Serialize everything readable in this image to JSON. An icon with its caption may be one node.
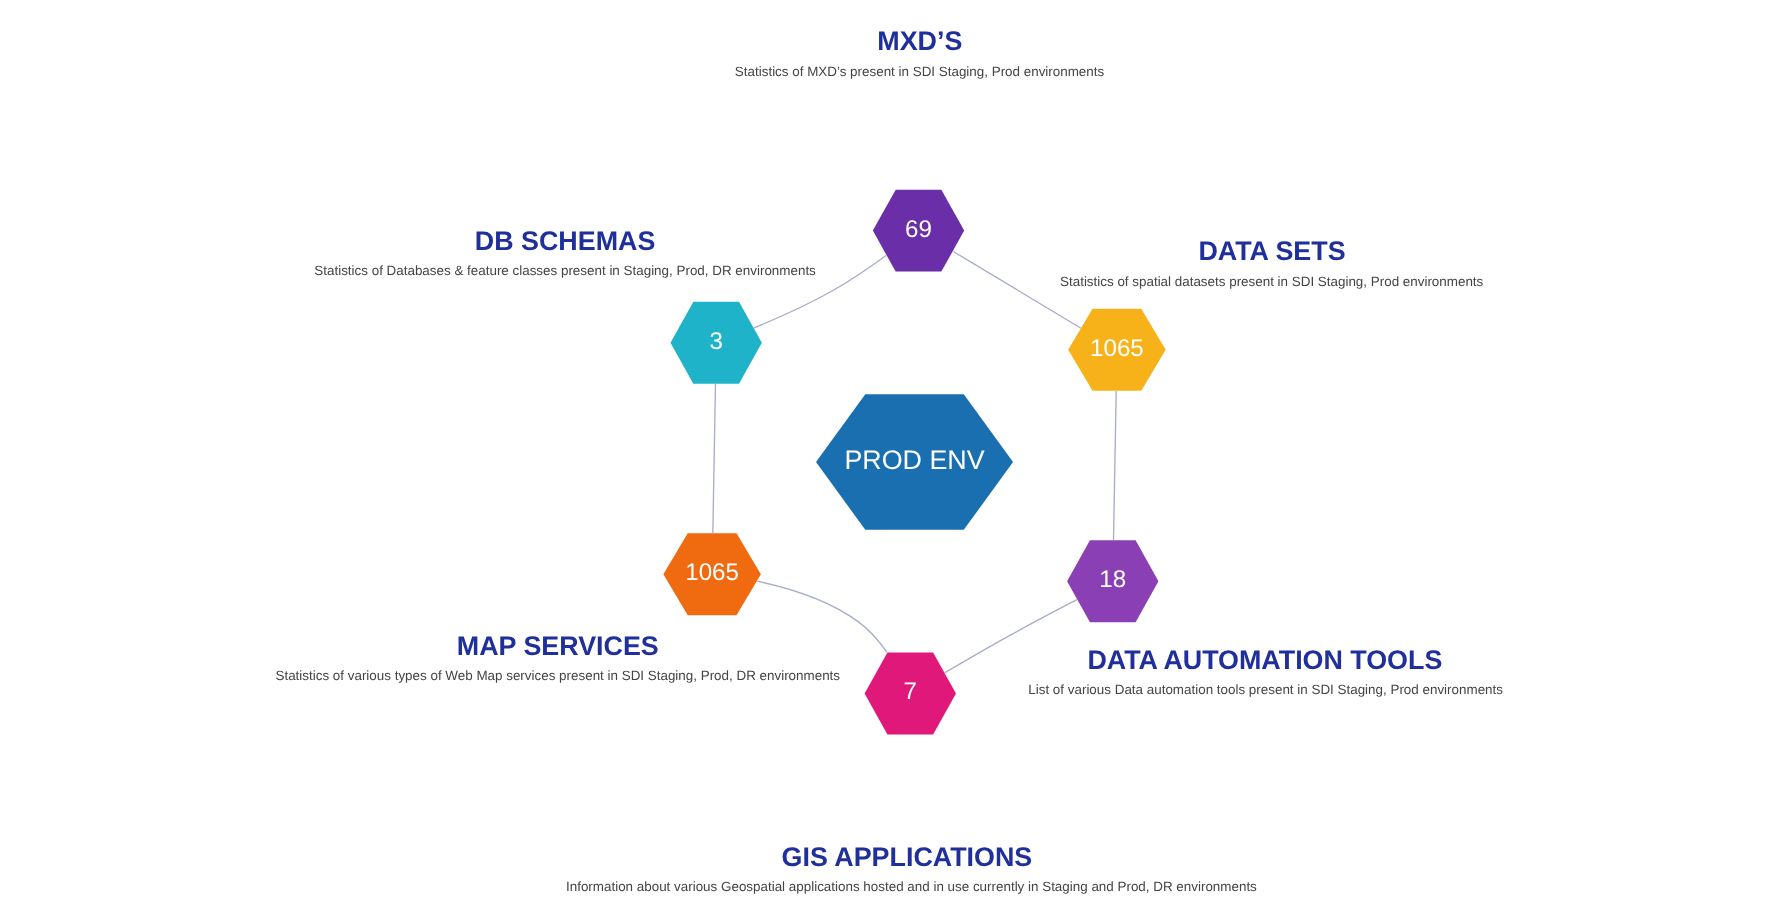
{
  "diagram": {
    "nodes": [
      {
        "text": [
          "PROD ENV"
        ]
      },
      {
        "text": [
          "3"
        ],
        "beside": [
          "DB SCHEMAS",
          "Statistics of Databases & feature classes present in Staging, Prod, DR environments"
        ]
      },
      {
        "text": [
          "69"
        ],
        "beside": [
          "MXD’S",
          "Statistics of MXD’s present in SDI Staging, Prod environments"
        ]
      },
      {
        "text": [
          "1065"
        ],
        "beside": [
          "MAP SERVICES",
          "Statistics of various types of Web Map services present in SDI Staging, Prod, DR environments"
        ]
      },
      {
        "text": [
          "1065"
        ],
        "beside": [
          "DATA SETS",
          "Statistics of spatial datasets present in SDI Staging, Prod environments"
        ]
      },
      {
        "text": [
          "7"
        ],
        "beside": [
          "GIS APPLICATIONS",
          "Information about various Geospatial applications hosted and in use currently in Staging and Prod, DR environments"
        ]
      },
      {
        "text": [
          "18"
        ],
        "beside": [
          "DATA AUTOMATION TOOLS",
          "List of various Data automation tools present in SDI Staging, Prod environments"
        ]
      }
    ],
    "edges": [
      {
        "from": 1,
        "to": 3,
        "arrow": "none"
      },
      {
        "from": 3,
        "to": 5,
        "arrow": "none"
      },
      {
        "from": 5,
        "to": 6,
        "arrow": "none"
      },
      {
        "from": 6,
        "to": 4,
        "arrow": "none"
      },
      {
        "from": 4,
        "to": 2,
        "arrow": "none"
      },
      {
        "from": 2,
        "to": 1,
        "arrow": "none"
      }
    ]
  }
}
